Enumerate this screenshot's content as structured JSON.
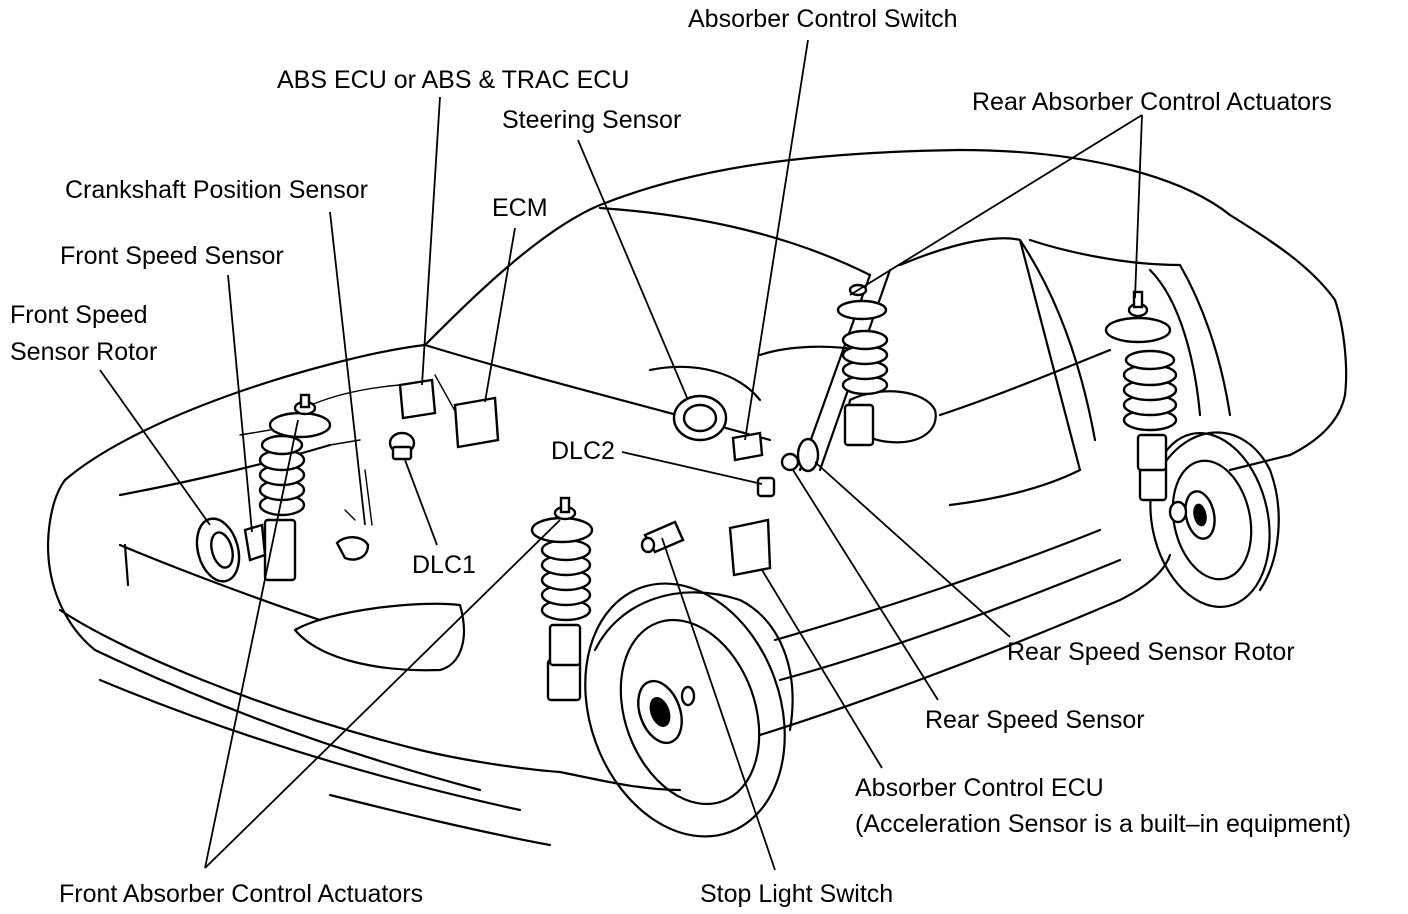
{
  "labels": {
    "absorber_control_switch": "Absorber Control Switch",
    "abs_ecu": "ABS ECU or ABS & TRAC ECU",
    "steering_sensor": "Steering Sensor",
    "rear_absorber_actuators": "Rear Absorber Control Actuators",
    "crankshaft_sensor": "Crankshaft Position Sensor",
    "ecm": "ECM",
    "front_speed_sensor": "Front Speed Sensor",
    "front_speed_rotor_1": "Front Speed",
    "front_speed_rotor_2": "Sensor Rotor",
    "dlc2": "DLC2",
    "dlc1": "DLC1",
    "rear_speed_rotor": "Rear Speed Sensor Rotor",
    "rear_speed_sensor": "Rear Speed Sensor",
    "absorber_ecu_1": "Absorber Control ECU",
    "absorber_ecu_2": "(Acceleration Sensor is a built–in equipment)",
    "front_absorber_actuators": "Front Absorber Control Actuators",
    "stop_light_switch": "Stop Light Switch"
  }
}
